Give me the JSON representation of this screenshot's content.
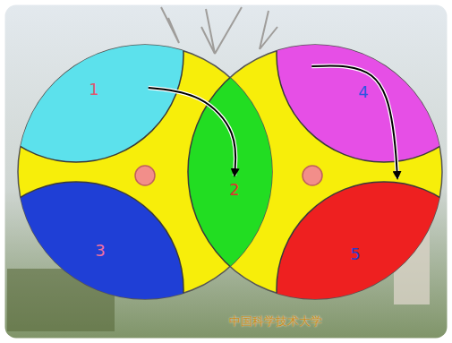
{
  "diagram": {
    "nodes": [
      {
        "text": [
          "1"
        ]
      },
      {
        "text": [
          "2"
        ]
      },
      {
        "text": [
          "3"
        ]
      },
      {
        "text": [
          "4"
        ]
      },
      {
        "text": [
          "5"
        ]
      }
    ],
    "edges": [
      {
        "from": 0,
        "to": 1,
        "arrow": "to"
      },
      {
        "from": 3,
        "to": 4,
        "arrow": "to"
      }
    ],
    "labels": [
      "中国科学技术大学"
    ]
  }
}
